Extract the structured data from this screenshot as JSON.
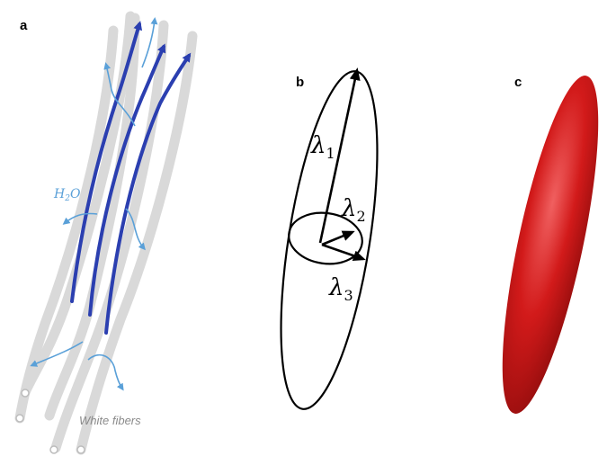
{
  "panels": {
    "a": {
      "letter": "a",
      "water_label": "H",
      "water_subscript": "2",
      "water_suffix": "O",
      "fiber_label": "White fibers"
    },
    "b": {
      "letter": "b",
      "lambda_symbol": "λ",
      "eigen_1": "1",
      "eigen_2": "2",
      "eigen_3": "3"
    },
    "c": {
      "letter": "c"
    }
  },
  "colors": {
    "fiber_gray": "#d9d9d9",
    "fiber_end": "#bdbdbd",
    "tract_blue": "#2b3fb0",
    "water_blue": "#5aa0d8",
    "ellipsoid_red": "#d21a1a",
    "outline": "#000000",
    "label_gray": "#8a8a8a"
  }
}
